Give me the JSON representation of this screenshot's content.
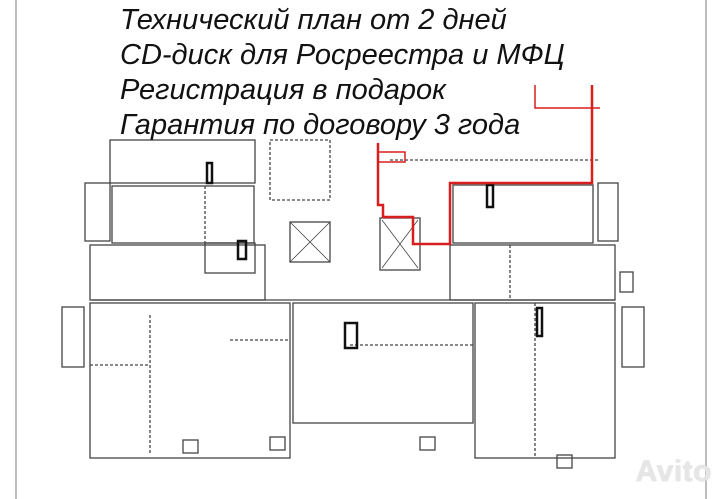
{
  "captions": [
    "Технический план от 2 дней",
    "CD-диск для Росреестра и МФЦ",
    "Регистрация в подарок",
    "Гарантия по договору 3 года"
  ],
  "watermark": "Avito",
  "colors": {
    "highlight": "#d81e1e",
    "walls": "#333333",
    "text": "#111111"
  }
}
